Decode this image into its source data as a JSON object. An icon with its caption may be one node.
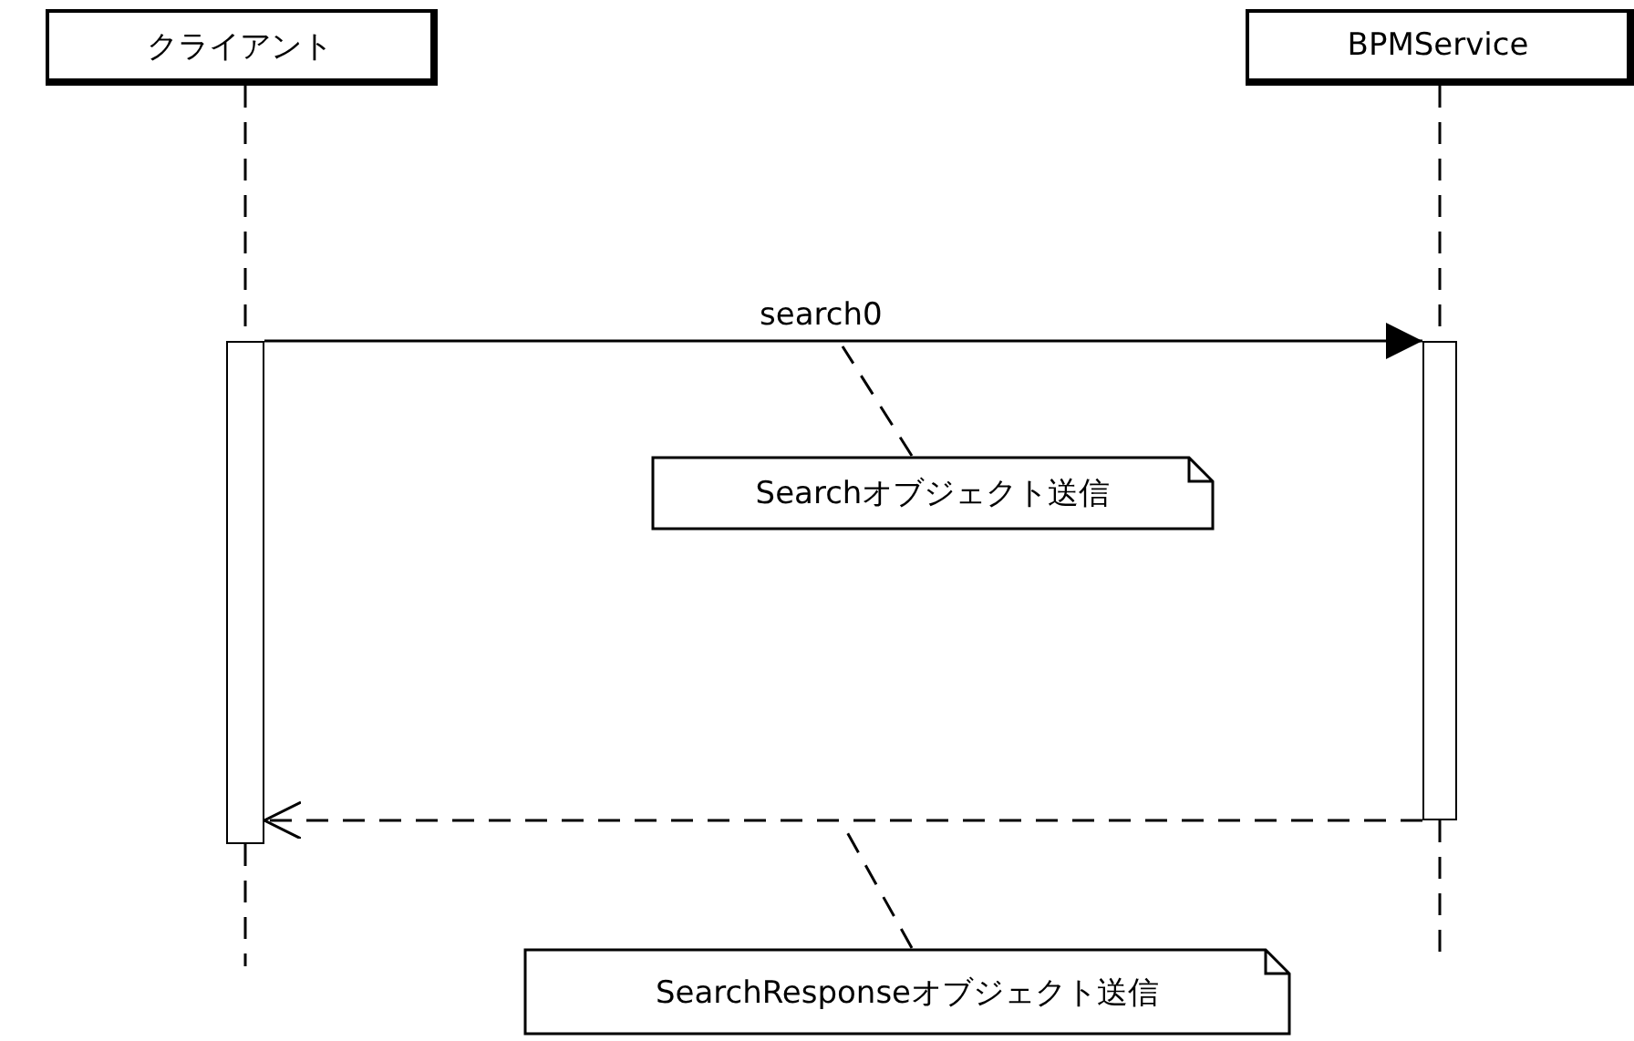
{
  "diagram": {
    "nodes": [
      {
        "text": [
          "クライアント"
        ]
      },
      {
        "text": [
          "BPMService"
        ]
      },
      {
        "text": [],
        "shape": "bar"
      },
      {
        "text": [],
        "shape": "bar"
      },
      {
        "text": [
          "Searchオブジェクト送信"
        ]
      },
      {
        "text": [
          "SearchResponseオブジェクト送信"
        ]
      }
    ],
    "edges": [
      {
        "from": 0,
        "to": 2,
        "arrow": "none",
        "style": "dashed"
      },
      {
        "from": 1,
        "to": 3,
        "arrow": "none",
        "style": "dashed"
      },
      {
        "from": 2,
        "to": 3,
        "arrow": "to",
        "label": "search0"
      },
      {
        "from": 3,
        "to": 2,
        "arrow": "to",
        "style": "dashed"
      },
      {
        "from": 2,
        "to": null,
        "arrow": "none",
        "style": "dashed"
      },
      {
        "from": 3,
        "to": null,
        "arrow": "none",
        "style": "dashed"
      },
      {
        "from": 4,
        "to": null,
        "arrow": "none",
        "style": "dashed"
      },
      {
        "from": 5,
        "to": null,
        "arrow": "none",
        "style": "dashed"
      }
    ]
  }
}
